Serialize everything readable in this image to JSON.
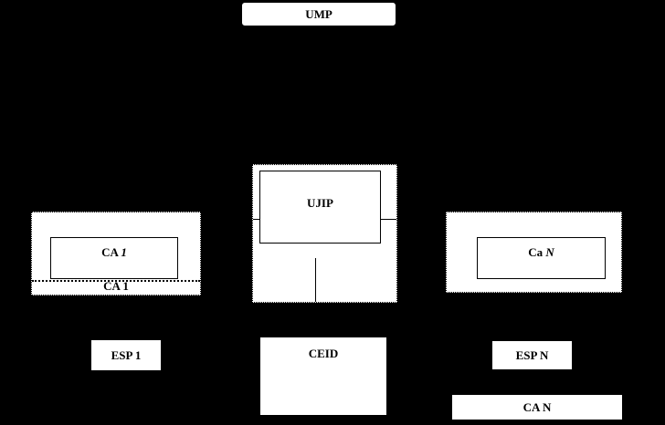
{
  "nodes": {
    "ump": "UMP",
    "ujip": "UJIP",
    "ca1_inner_prefix": "CA",
    "ca1_inner_index": "1",
    "ca1_outer": "CA 1",
    "can_inner_prefix": "Ca",
    "can_inner_index": "N",
    "ceid": "CEID",
    "esp1": "ESP 1",
    "espn": "ESP N",
    "can_bottom": "CA N"
  }
}
